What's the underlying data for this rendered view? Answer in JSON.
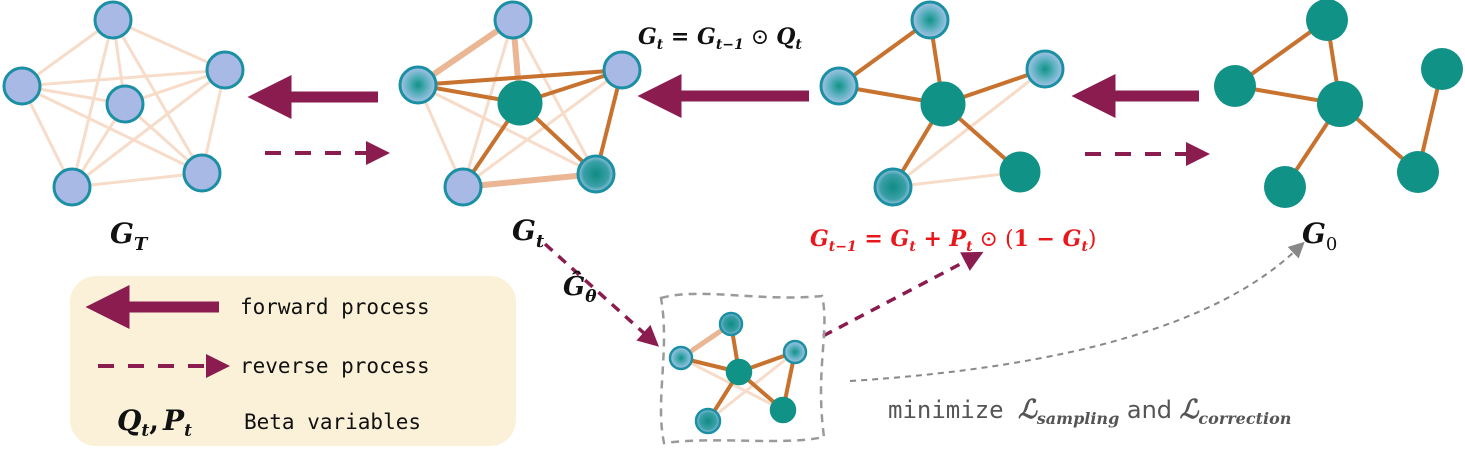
{
  "labels": {
    "gT": {
      "main": "G",
      "sub": "T"
    },
    "gt": {
      "main": "G",
      "sub": "t"
    },
    "g0": {
      "main": "G",
      "sub": "0"
    },
    "ghat": {
      "main": "Ĝ",
      "sub": "θ"
    }
  },
  "equations": {
    "forward": {
      "lhs_main": "G",
      "lhs_sub": "t",
      "eq": " = ",
      "a_main": "G",
      "a_sub": "t−1",
      "op": " ⊙ ",
      "b_main": "Q",
      "b_sub": "t"
    },
    "reverse": {
      "lhs_main": "G",
      "lhs_sub": "t−1",
      "eq": " = ",
      "a_main": "G",
      "a_sub": "t",
      "plus": " + ",
      "b_main": "P",
      "b_sub": "t",
      "op": " ⊙ (",
      "one": "1",
      "minus": " − ",
      "c_main": "G",
      "c_sub": "t",
      "close": ")"
    }
  },
  "legend": {
    "forward_label": "forward process",
    "reverse_label": "reverse process",
    "beta_q_main": "Q",
    "beta_q_sub": "t",
    "beta_comma": ",",
    "beta_p_main": "P",
    "beta_p_sub": "t",
    "beta_text": "Beta variables"
  },
  "objective": {
    "prefix": "minimize ",
    "l1_main": "ℒ",
    "l1_sub": "sampling",
    "mid": " and ",
    "l2_main": "ℒ",
    "l2_sub": "correction"
  },
  "colors": {
    "forward_arrow": "#8b1c50",
    "node_teal": "#119287",
    "node_blue": "#a9b9e6",
    "node_ring": "#1b8fa3",
    "edge_orange": "#c8722f",
    "edge_faint": "#f5d9c7",
    "equation_red": "#e8171b",
    "legend_bg": "#fbf1d8",
    "dashed_gray": "#888888"
  }
}
